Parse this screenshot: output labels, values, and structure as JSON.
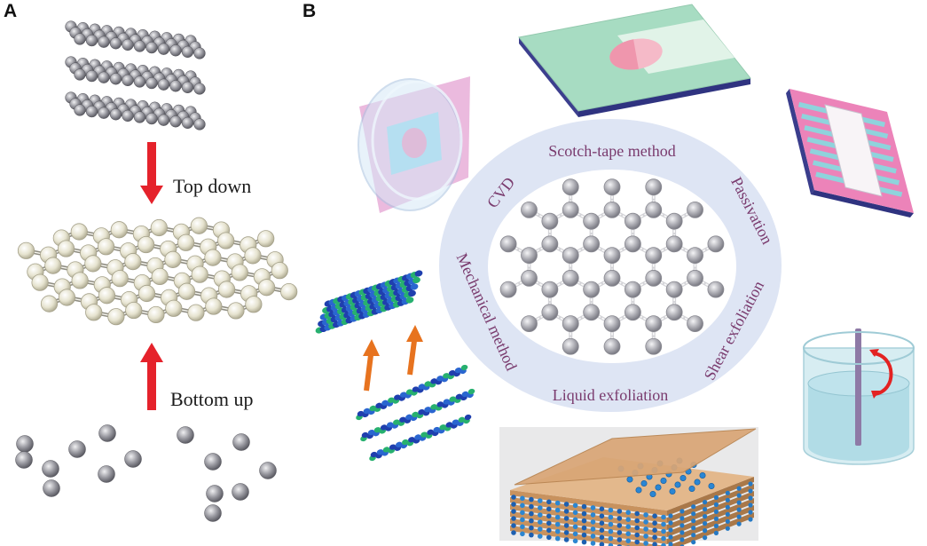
{
  "panel_a": {
    "label": "A",
    "top_down": "Top down",
    "bottom_up": "Bottom up"
  },
  "panel_b": {
    "label": "B",
    "methods": {
      "scotch_tape": "Scotch-tape method",
      "cvd": "CVD",
      "passivation": "Passivation",
      "mechanical": "Mechanical method",
      "shear": "Shear exfoliation",
      "liquid": "Liquid exfoliation"
    }
  },
  "colors": {
    "arrow_red": "#e5222b",
    "label_purple": "#7a3b6e",
    "ring": "#dee5f4",
    "orange_arrow": "#e7731f"
  }
}
